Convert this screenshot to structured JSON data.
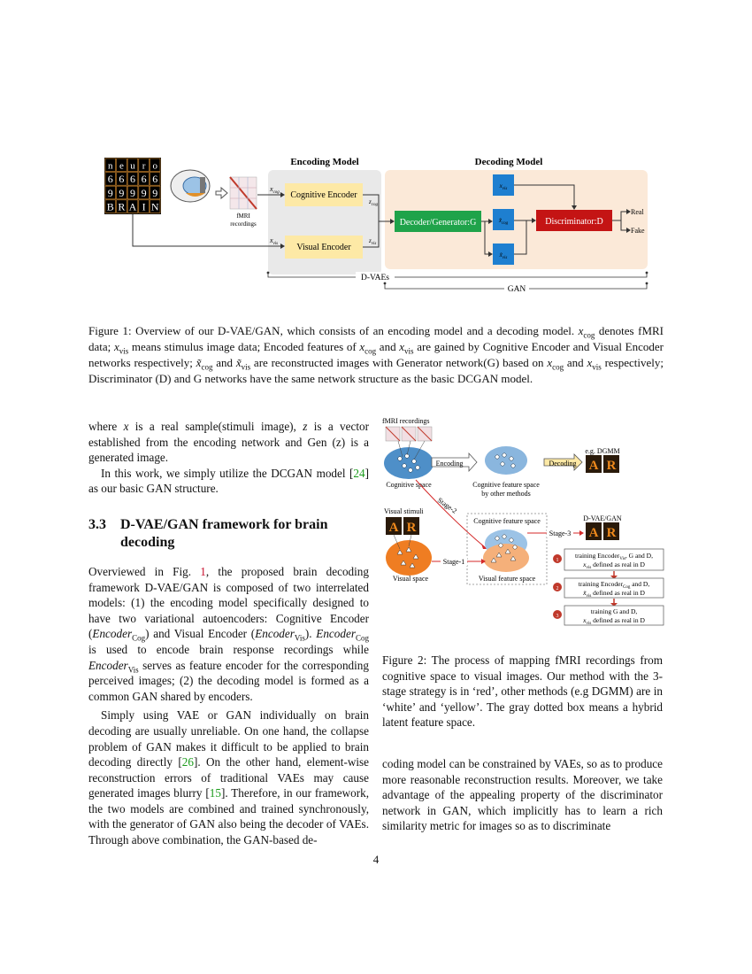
{
  "figure1": {
    "encoding_model_title": "Encoding Model",
    "decoding_model_title": "Decoding Model",
    "stimulus_grid": [
      [
        "n",
        "e",
        "u",
        "r",
        "o"
      ],
      [
        "6",
        "6",
        "6",
        "6",
        "6"
      ],
      [
        "9",
        "9",
        "9",
        "9",
        "9"
      ],
      [
        "B",
        "R",
        "A",
        "I",
        "N"
      ]
    ],
    "fmri_label_1": "fMRI",
    "fmri_label_2": "recordings",
    "x_cog": "x",
    "x_cog_sub": "cog",
    "x_vis": "x",
    "x_vis_sub": "vis",
    "cognitive_encoder": "Cognitive Encoder",
    "visual_encoder": "Visual Encoder",
    "z_cog": "z",
    "z_cog_sub": "cog",
    "z_vis": "z",
    "z_vis_sub": "vis",
    "generator": "Decoder/Generator:G",
    "xt_cog": "x̃",
    "xt_vis": "x̃",
    "discriminator": "Discriminator:D",
    "real": "Real",
    "fake": "Fake",
    "dvaes": "D-VAEs",
    "gan": "GAN",
    "colors": {
      "encoding_bg": "#e9e9e9",
      "decoding_bg": "#fbe9d8",
      "encoder_box": "#fde9a6",
      "generator": "#1fa34a",
      "discriminator": "#c41414",
      "blue_box": "#1e7fd0"
    }
  },
  "caption1": {
    "text_a": "Figure 1: Overview of our D-VAE/GAN, which consists of an encoding model and a decoding model. ",
    "t1": "x",
    "t1s": "cog",
    "text_b": " denotes fMRI data; ",
    "t2": "x",
    "t2s": "vis",
    "text_c": " means stimulus image data; Encoded features of ",
    "t3": "x",
    "t3s": "cog",
    "text_d": " and ",
    "t4": "x",
    "t4s": "vis",
    "text_e": " are gained by Cognitive Encoder and Visual Encoder networks respectively; ",
    "t5": "x̃",
    "t5s": "cog",
    "text_f": " and ",
    "t6": "x̃",
    "t6s": "vis",
    "text_g": " are reconstructed images with Generator network(G) based on ",
    "t7": "x",
    "t7s": "cog",
    "text_h": " and ",
    "t8": "x",
    "t8s": "vis",
    "text_i": " respectively; Discriminator (D) and G networks have the same network structure as the basic DCGAN model."
  },
  "left": {
    "p1_a": "where ",
    "p1_x": "x",
    "p1_b": " is a real sample(stimuli image), ",
    "p1_z": "z",
    "p1_c": " is a vector established from the encoding network and ",
    "p1_gen": "Gen (z)",
    "p1_d": " is a generated image.",
    "p2_a": "In this work, we simply utilize the DCGAN model [",
    "p2_ref": "24",
    "p2_b": "] as our basic GAN structure.",
    "section_number": "3.3",
    "section_title": "D-VAE/GAN framework for brain decoding",
    "p3_a": "Overviewed in Fig. ",
    "p3_fig": "1",
    "p3_b": ", the proposed brain decoding framework D-VAE/GAN is composed of two interrelated models: (1) the encoding model specifically designed to have two variational autoencoders: Cognitive Encoder (",
    "p3_enc1": "Encoder",
    "p3_enc1s": "Cog",
    "p3_c": ") and Visual Encoder (",
    "p3_enc2": "Encoder",
    "p3_enc2s": "Vis",
    "p3_d": "). ",
    "p3_enc3": "Encoder",
    "p3_enc3s": "Cog",
    "p3_e": " is used to encode brain response recordings while ",
    "p3_enc4": "Encoder",
    "p3_enc4s": "Vis",
    "p3_f": " serves as feature encoder for the corresponding perceived images; (2) the decoding model is formed as a common GAN shared by encoders.",
    "p4_a": "Simply using VAE or GAN individually on brain decoding are usually unreliable. On one hand, the collapse problem of GAN makes it difficult to be applied to brain decoding directly [",
    "p4_ref1": "26",
    "p4_b": "]. On the other hand, element-wise reconstruction errors of traditional VAEs may cause generated images blurry [",
    "p4_ref2": "15",
    "p4_c": "]. Therefore, in our framework, the two models are combined and trained synchronously, with the generator of GAN also being the decoder of VAEs. Through above combination, the GAN-based de-"
  },
  "figure2": {
    "fmri_recordings": "fMRI recordings",
    "cognitive_space": "Cognitive space",
    "encoding": "Encoding",
    "cog_feature_other_1": "Cognitive feature space",
    "cog_feature_other_2": "by other methods",
    "decoding": "Decoding",
    "eg_dgmm": "e.g. DGMM",
    "visual_stimuli": "Visual stimuli",
    "stage2": "Stage-2",
    "cog_feature_space": "Cognitive feature space",
    "stage3": "Stage-3",
    "dvaegan": "D-VAE/GAN",
    "stage1": "Stage-1",
    "visual_space": "Visual space",
    "visual_feature_space": "Visual feature space",
    "step1_a": "training Encoder",
    "step1_as": "Vis",
    "step1_b": ", G and D,",
    "step1_c": "x",
    "step1_cs": "vis",
    "step1_d": " defined as real in D",
    "step2_a": "training Encoder",
    "step2_as": "Cog",
    "step2_b": " and D,",
    "step2_c": "x̃",
    "step2_cs": "vis",
    "step2_d": " defined as real in D",
    "step3_a": "training G and D,",
    "step3_c": "x",
    "step3_cs": "vis",
    "step3_d": " defined as real in D",
    "step_numbers": [
      "1",
      "2",
      "3"
    ],
    "letters": [
      "A",
      "R"
    ]
  },
  "caption2": "Figure 2: The process of mapping fMRI recordings from cognitive space to visual images. Our method with the 3-stage strategy is in ‘red’, other methods (e.g DGMM) are in ‘white’ and ‘yellow’. The gray dotted box means a hybrid latent feature space.",
  "right_para": "coding model can be constrained by VAEs, so as to produce more reasonable reconstruction results. Moreover, we take advantage of the appealing property of the discriminator network in GAN, which implicitly has to learn a rich similarity metric for images so as to discriminate",
  "page_number": "4"
}
